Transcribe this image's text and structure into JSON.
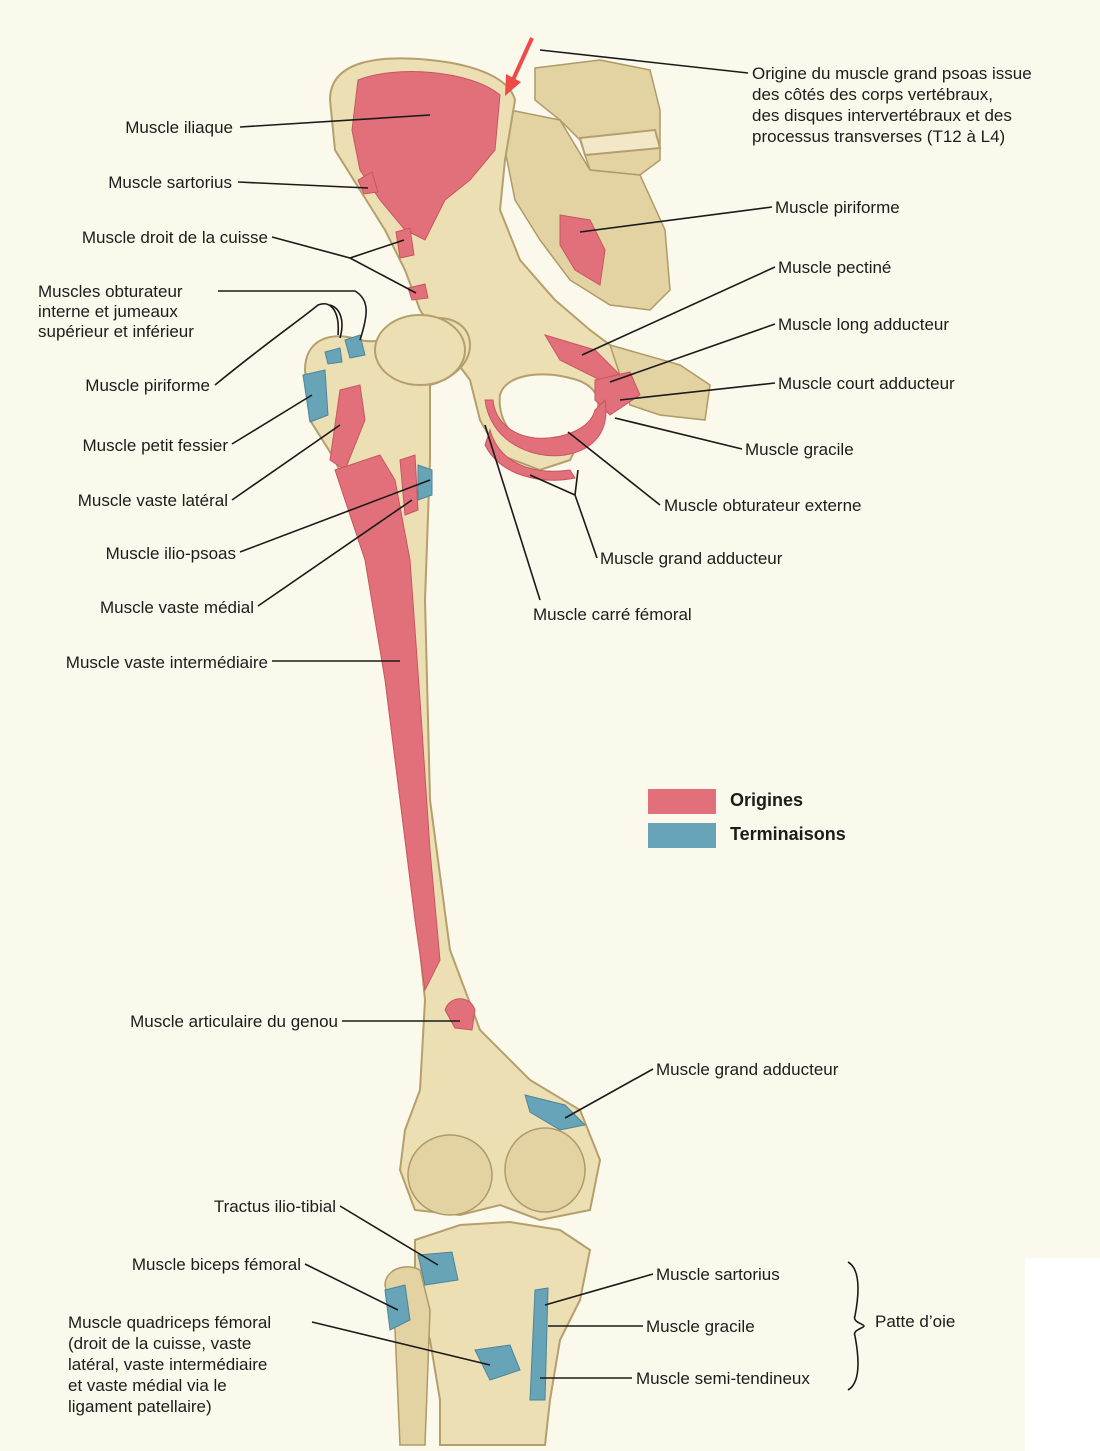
{
  "labels_left": {
    "iliaque": "Muscle iliaque",
    "sartorius": "Muscle sartorius",
    "droit_cuisse": "Muscle droit de la cuisse",
    "obturateur_1": "Muscles obturateur",
    "obturateur_2": "interne et jumeaux",
    "obturateur_3": "supérieur et inférieur",
    "piriforme": "Muscle piriforme",
    "petit_fessier": "Muscle petit fessier",
    "vaste_lateral": "Muscle vaste latéral",
    "ilio_psoas": "Muscle ilio-psoas",
    "vaste_medial": "Muscle vaste médial",
    "vaste_intermediaire": "Muscle vaste intermédiaire",
    "articulaire_genou": "Muscle articulaire du genou",
    "tractus": "Tractus ilio-tibial",
    "biceps": "Muscle biceps fémoral",
    "quadriceps_1": "Muscle quadriceps fémoral",
    "quadriceps_2": "(droit de la cuisse, vaste",
    "quadriceps_3": "latéral, vaste intermédiaire",
    "quadriceps_4": "et vaste médial via le",
    "quadriceps_5": "ligament patellaire)"
  },
  "labels_right": {
    "psoas_1": "Origine du muscle grand psoas issue",
    "psoas_2": "des côtés des corps vertébraux,",
    "psoas_3": "des disques intervertébraux et des",
    "psoas_4": "processus transverses (T12 à L4)",
    "piriforme": "Muscle piriforme",
    "pectine": "Muscle pectiné",
    "long_adducteur": "Muscle long adducteur",
    "court_adducteur": "Muscle court adducteur",
    "gracile": "Muscle gracile",
    "obturateur_externe": "Muscle obturateur externe",
    "grand_adducteur": "Muscle grand adducteur",
    "carre_femoral": "Muscle carré fémoral",
    "grand_adducteur_2": "Muscle grand adducteur",
    "sartorius": "Muscle sartorius",
    "gracile_2": "Muscle gracile",
    "semi_tendineux": "Muscle semi-tendineux",
    "patte_oie": "Patte d’oie"
  },
  "legend": {
    "origines": "Origines",
    "terminaisons": "Terminaisons",
    "origin_color": "#e2707a",
    "insertion_color": "#67a4b8"
  }
}
